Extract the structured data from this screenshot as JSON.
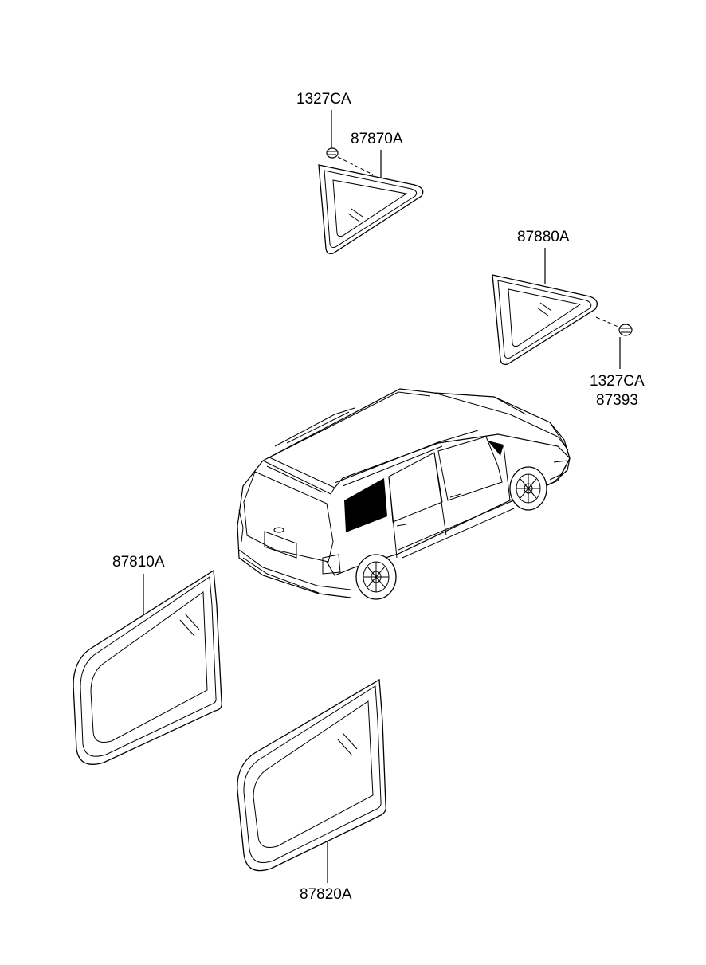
{
  "parts": {
    "clip_top": "1327CA",
    "glass_rear_quarter_lh": "87870A",
    "glass_rear_quarter_rh": "87880A",
    "clip_right": "1327CA",
    "screw_right": "87393",
    "glass_rear_door_lh": "87810A",
    "glass_rear_door_rh": "87820A"
  }
}
